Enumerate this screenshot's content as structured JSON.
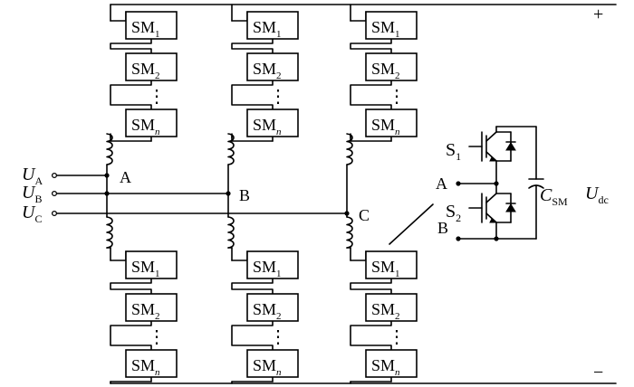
{
  "diagram": {
    "module_label": "SM",
    "submodule_indices": [
      "1",
      "2",
      "n"
    ],
    "ellipsis": "⋮",
    "rail_plus": "+",
    "rail_minus": "−",
    "inputs": [
      {
        "letter": "U",
        "sub": "A"
      },
      {
        "letter": "U",
        "sub": "B"
      },
      {
        "letter": "U",
        "sub": "C"
      }
    ],
    "phase_nodes": [
      "A",
      "B",
      "C"
    ],
    "detail": {
      "switch_upper": {
        "letter": "S",
        "sub": "1"
      },
      "switch_lower": {
        "letter": "S",
        "sub": "2"
      },
      "terminal_a": "A",
      "terminal_b": "B",
      "capacitor": {
        "letter": "C",
        "sub": "SM"
      },
      "dc_voltage": {
        "letter": "U",
        "sub": "dc"
      }
    }
  }
}
